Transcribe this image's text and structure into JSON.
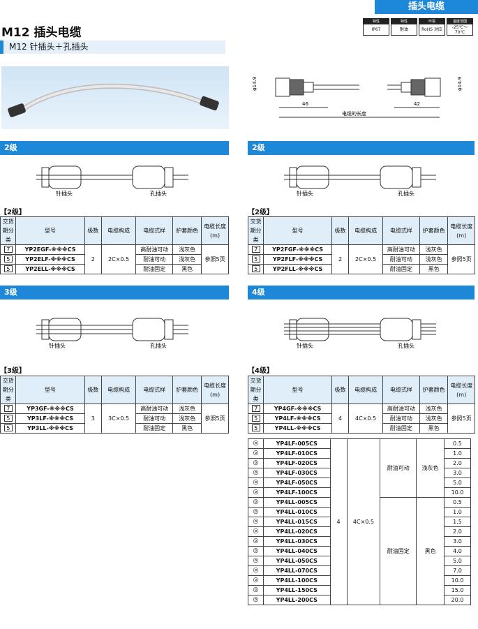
{
  "header": {
    "tab": "插头电缆",
    "title": "M12 插头电缆",
    "subtitle": "M12  针插头＋孔插头"
  },
  "badges": [
    {
      "head": "特性",
      "value": "IP67"
    },
    {
      "head": "特性",
      "value": "耐油"
    },
    {
      "head": "环境",
      "value": "RoHS 对应"
    },
    {
      "head": "温度范围",
      "value": "-25℃～70℃"
    }
  ],
  "dims": {
    "phi": "φ14.9",
    "left": "46",
    "right": "42",
    "cable": "电缆的长度"
  },
  "sections": {
    "s2": "2级",
    "s3": "3级",
    "s4": "4级"
  },
  "diag": {
    "pin": "针插头",
    "hole": "孔插头"
  },
  "captions": {
    "c2a": "【2级】",
    "c2b": "【2级】",
    "c3": "【3级】",
    "c4": "【4级】"
  },
  "table_headers": [
    "交货期分类",
    "型号",
    "极数",
    "电缆构成",
    "电缆式样",
    "护套颜色",
    "电缆长度(m)"
  ],
  "tables": {
    "t2a": {
      "poles": "2",
      "comp": "2C×0.5",
      "len": "参照5页",
      "rows": [
        {
          "d": "7",
          "m": "YP2EGF-※※※CS",
          "s": "高耐油可动",
          "c": "浅灰色"
        },
        {
          "d": "5",
          "m": "YP2ELF-※※※CS",
          "s": "耐油可动",
          "c": "浅灰色"
        },
        {
          "d": "5",
          "m": "YP2ELL-※※※CS",
          "s": "耐油固定",
          "c": "黑色"
        }
      ]
    },
    "t2b": {
      "poles": "2",
      "comp": "2C×0.5",
      "len": "参照5页",
      "rows": [
        {
          "d": "7",
          "m": "YP2FGF-※※※CS",
          "s": "高耐油可动",
          "c": "浅灰色"
        },
        {
          "d": "5",
          "m": "YP2FLF-※※※CS",
          "s": "耐油可动",
          "c": "浅灰色"
        },
        {
          "d": "5",
          "m": "YP2FLL-※※※CS",
          "s": "耐油固定",
          "c": "黑色"
        }
      ]
    },
    "t3": {
      "poles": "3",
      "comp": "3C×0.5",
      "len": "参照5页",
      "rows": [
        {
          "d": "7",
          "m": "YP3GF-※※※CS",
          "s": "高耐油可动",
          "c": "浅灰色"
        },
        {
          "d": "5",
          "m": "YP3LF-※※※CS",
          "s": "耐油可动",
          "c": "浅灰色"
        },
        {
          "d": "5",
          "m": "YP3LL-※※※CS",
          "s": "耐油固定",
          "c": "黑色"
        }
      ]
    },
    "t4": {
      "poles": "4",
      "comp": "4C×0.5",
      "len": "参照5页",
      "rows": [
        {
          "d": "7",
          "m": "YP4GF-※※※CS",
          "s": "高耐油可动",
          "c": "浅灰色"
        },
        {
          "d": "5",
          "m": "YP4LF-※※※CS",
          "s": "耐油可动",
          "c": "浅灰色"
        },
        {
          "d": "5",
          "m": "YP4LL-※※※CS",
          "s": "耐油固定",
          "c": "黑色"
        }
      ]
    }
  },
  "stock": {
    "mark": "◎",
    "poles": "4",
    "comp": "4C×0.5",
    "lf": {
      "s": "耐油可动",
      "c": "浅灰色",
      "rows": [
        [
          "YP4LF-005CS",
          "0.5"
        ],
        [
          "YP4LF-010CS",
          "1.0"
        ],
        [
          "YP4LF-020CS",
          "2.0"
        ],
        [
          "YP4LF-030CS",
          "3.0"
        ],
        [
          "YP4LF-050CS",
          "5.0"
        ],
        [
          "YP4LF-100CS",
          "10.0"
        ]
      ]
    },
    "ll": {
      "s": "耐油固定",
      "c": "黑色",
      "rows": [
        [
          "YP4LL-005CS",
          "0.5"
        ],
        [
          "YP4LL-010CS",
          "1.0"
        ],
        [
          "YP4LL-015CS",
          "1.5"
        ],
        [
          "YP4LL-020CS",
          "2.0"
        ],
        [
          "YP4LL-030CS",
          "3.0"
        ],
        [
          "YP4LL-040CS",
          "4.0"
        ],
        [
          "YP4LL-050CS",
          "5.0"
        ],
        [
          "YP4LL-070CS",
          "7.0"
        ],
        [
          "YP4LL-100CS",
          "10.0"
        ],
        [
          "YP4LL-150CS",
          "15.0"
        ],
        [
          "YP4LL-200CS",
          "20.0"
        ]
      ]
    }
  }
}
